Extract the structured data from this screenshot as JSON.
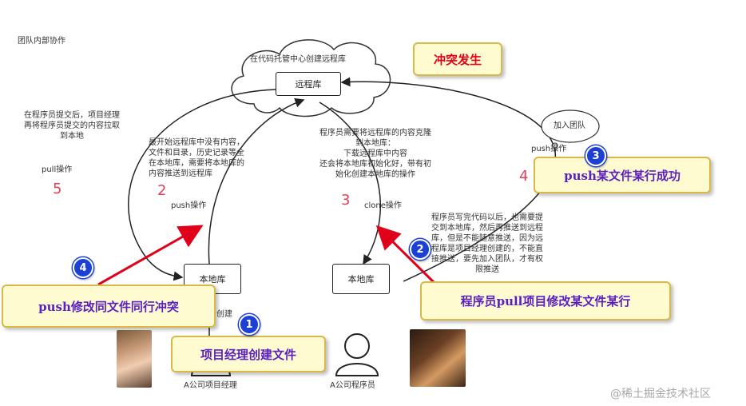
{
  "top_left_label": "团队内部协作",
  "cloud_label": "在代码托管中心创建远程库",
  "remote_repo": "远程库",
  "local_repo_left": "本地库",
  "local_repo_right": "本地库",
  "conflict_title": "冲突发生",
  "step_notes": {
    "n5_desc": "在程序员提交后，项目经理\n再将程序员提交的内容拉取\n到本地",
    "n5_label": "pull操作",
    "n2_desc": "最开始远程库中没有内容，\n文件和目录，历史记录等全\n在本地库，需要将本地库的\n内容推送到远程库",
    "n2_label": "push操作",
    "n3_desc": "程序员需要将远程库的内容克隆\n到本地库：\n下载远程库中内容\n还会将本地库初始化好，带有初\n始化创建本地库的操作",
    "n3_label": "clone操作",
    "n4_label": "push操作",
    "join_team": "加入团队",
    "dev_desc": "程序员写完代码以后，也需要提\n交到本地库，然后再推送到远程\n库，但是不能随意推送，因为远\n程库是项目经理创建的，不能直\n接推送，要先加入团队，才有权\n限推送",
    "create_label": "创建"
  },
  "step_numbers": {
    "s2": "2",
    "s3": "3",
    "s4": "4",
    "s5": "5"
  },
  "callouts": {
    "c1": "项目经理创建文件",
    "c2": "程序员pull项目修改某文件某行",
    "c3": "push某文件某行成功",
    "c4": "push修改同文件同行冲突"
  },
  "badges": {
    "b1": "1",
    "b2": "2",
    "b3": "3",
    "b4": "4"
  },
  "people": {
    "manager": "A公司项目经理",
    "developer": "A公司程序员"
  },
  "watermark": "@稀土掘金技术社区",
  "colors": {
    "accent_red": "#e0001a",
    "callout_bg": "#fffbd0",
    "callout_text": "#5a1fc0",
    "badge": "#1c3fd6",
    "step_red": "#e0405a"
  }
}
